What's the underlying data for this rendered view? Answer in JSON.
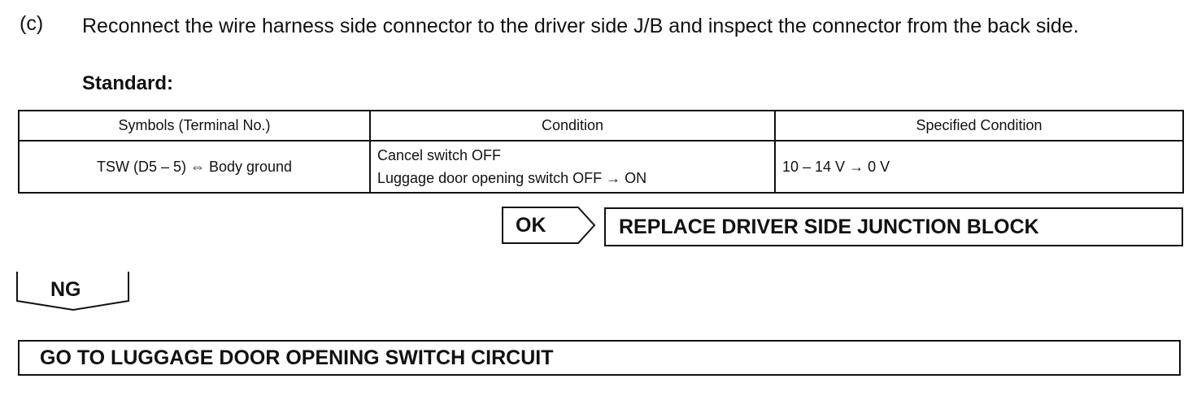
{
  "step": {
    "label": "(c)",
    "text": "Reconnect the wire harness side connector to the driver side J/B and inspect the connector from the back side."
  },
  "standard_label": "Standard:",
  "spec_table": {
    "headers": [
      "Symbols (Terminal No.)",
      "Condition",
      "Specified Condition"
    ],
    "rows": [
      {
        "symbols": "TSW (D5 – 5) ⇔ Body ground",
        "condition_lines": [
          "Cancel switch OFF",
          "Luggage door opening switch OFF → ON"
        ],
        "specified": "10 – 14 V → 0 V"
      }
    ]
  },
  "ok_branch": {
    "label": "OK",
    "result": "REPLACE DRIVER SIDE JUNCTION BLOCK"
  },
  "ng_branch": {
    "label": "NG",
    "result": "GO TO LUGGAGE DOOR OPENING SWITCH CIRCUIT"
  }
}
